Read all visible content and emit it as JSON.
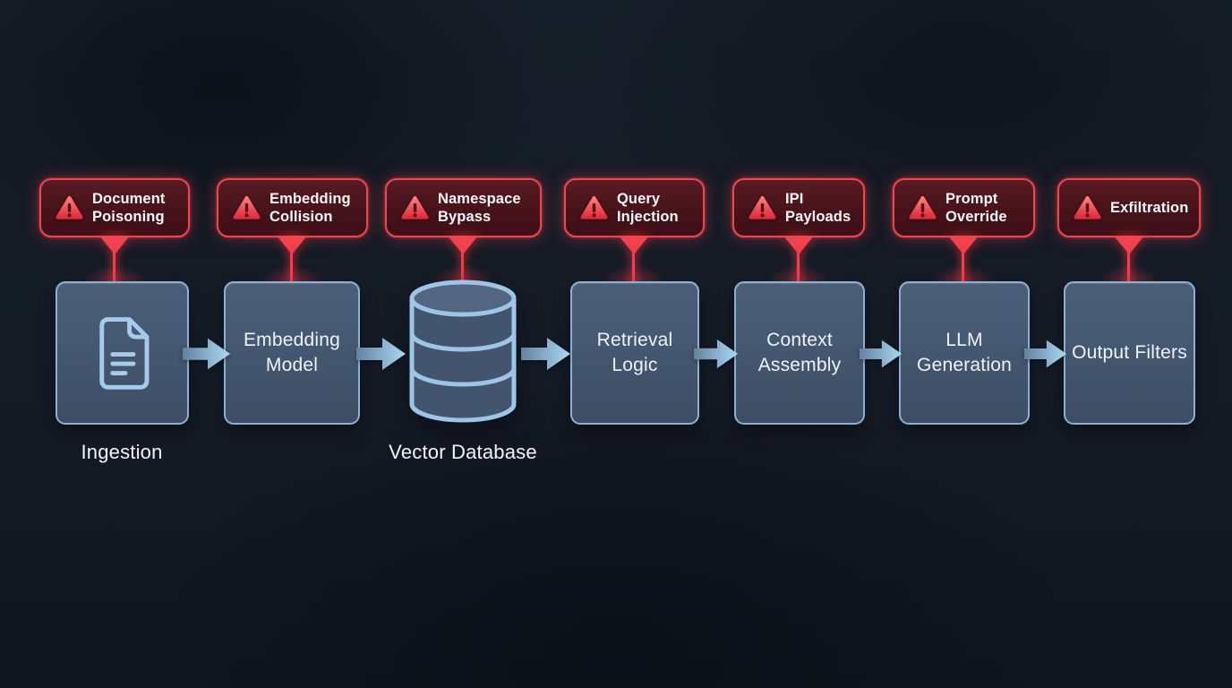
{
  "attacks": [
    {
      "label": "Document Poisoning"
    },
    {
      "label": "Embedding Collision"
    },
    {
      "label": "Namespace Bypass"
    },
    {
      "label": "Query Injection"
    },
    {
      "label": "IPI Payloads"
    },
    {
      "label": "Prompt Override"
    },
    {
      "label": "Exfiltration"
    }
  ],
  "stages": [
    {
      "label": "Ingestion",
      "icon": "document-icon"
    },
    {
      "label": "Embedding Model"
    },
    {
      "label": "Vector Database",
      "icon": "database-cylinder-icon"
    },
    {
      "label": "Retrieval Logic"
    },
    {
      "label": "Context Assembly"
    },
    {
      "label": "LLM Generation"
    },
    {
      "label": "Output Filters"
    }
  ],
  "icons": {
    "warning": "warning-triangle-icon",
    "flow": "flow-arrow-icon"
  },
  "colors": {
    "background": "#141b25",
    "alert_border": "#f4454e",
    "alert_fill": "#4a141b",
    "alert_line": "#fb3a46",
    "node_fill": "#455871",
    "node_border": "#8cb0d1",
    "arrow_start": "#64829f",
    "arrow_end": "#a9d9f4",
    "icon_stroke": "#a4cbec",
    "text": "#f2f5f9"
  }
}
